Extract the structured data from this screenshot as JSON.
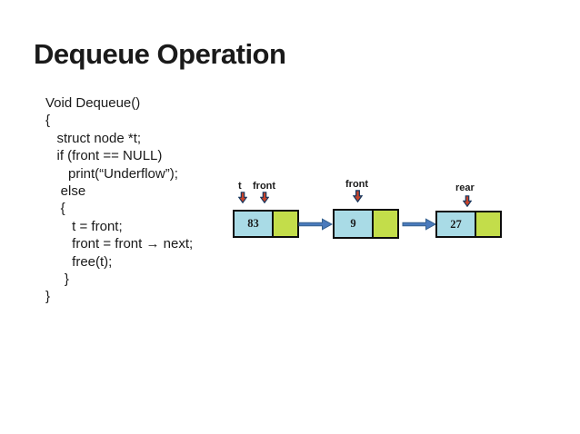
{
  "slide": {
    "title": "Dequeue Operation",
    "code": "Void Dequeue()\n{\n   struct node *t;\n   if (front == NULL)\n      print(“Underflow”);\n    else\n    {\n       t = front;\n       front = front → next;\n       free(t);\n     }\n}"
  },
  "diagram": {
    "pointer_labels": [
      "t",
      "front",
      "front",
      "rear"
    ],
    "nodes": [
      {
        "value": "83"
      },
      {
        "value": "9"
      },
      {
        "value": "27"
      }
    ],
    "colors": {
      "node_data_fill": "#a9dbe6",
      "node_next_fill": "#c3dd4a",
      "node_border": "#0d0d0d",
      "link_arrow_fill": "#4a7abc",
      "link_arrow_outline": "#35618f",
      "pointer_arrow_fill": "#c8432a",
      "pointer_arrow_outline": "#17375e"
    }
  }
}
